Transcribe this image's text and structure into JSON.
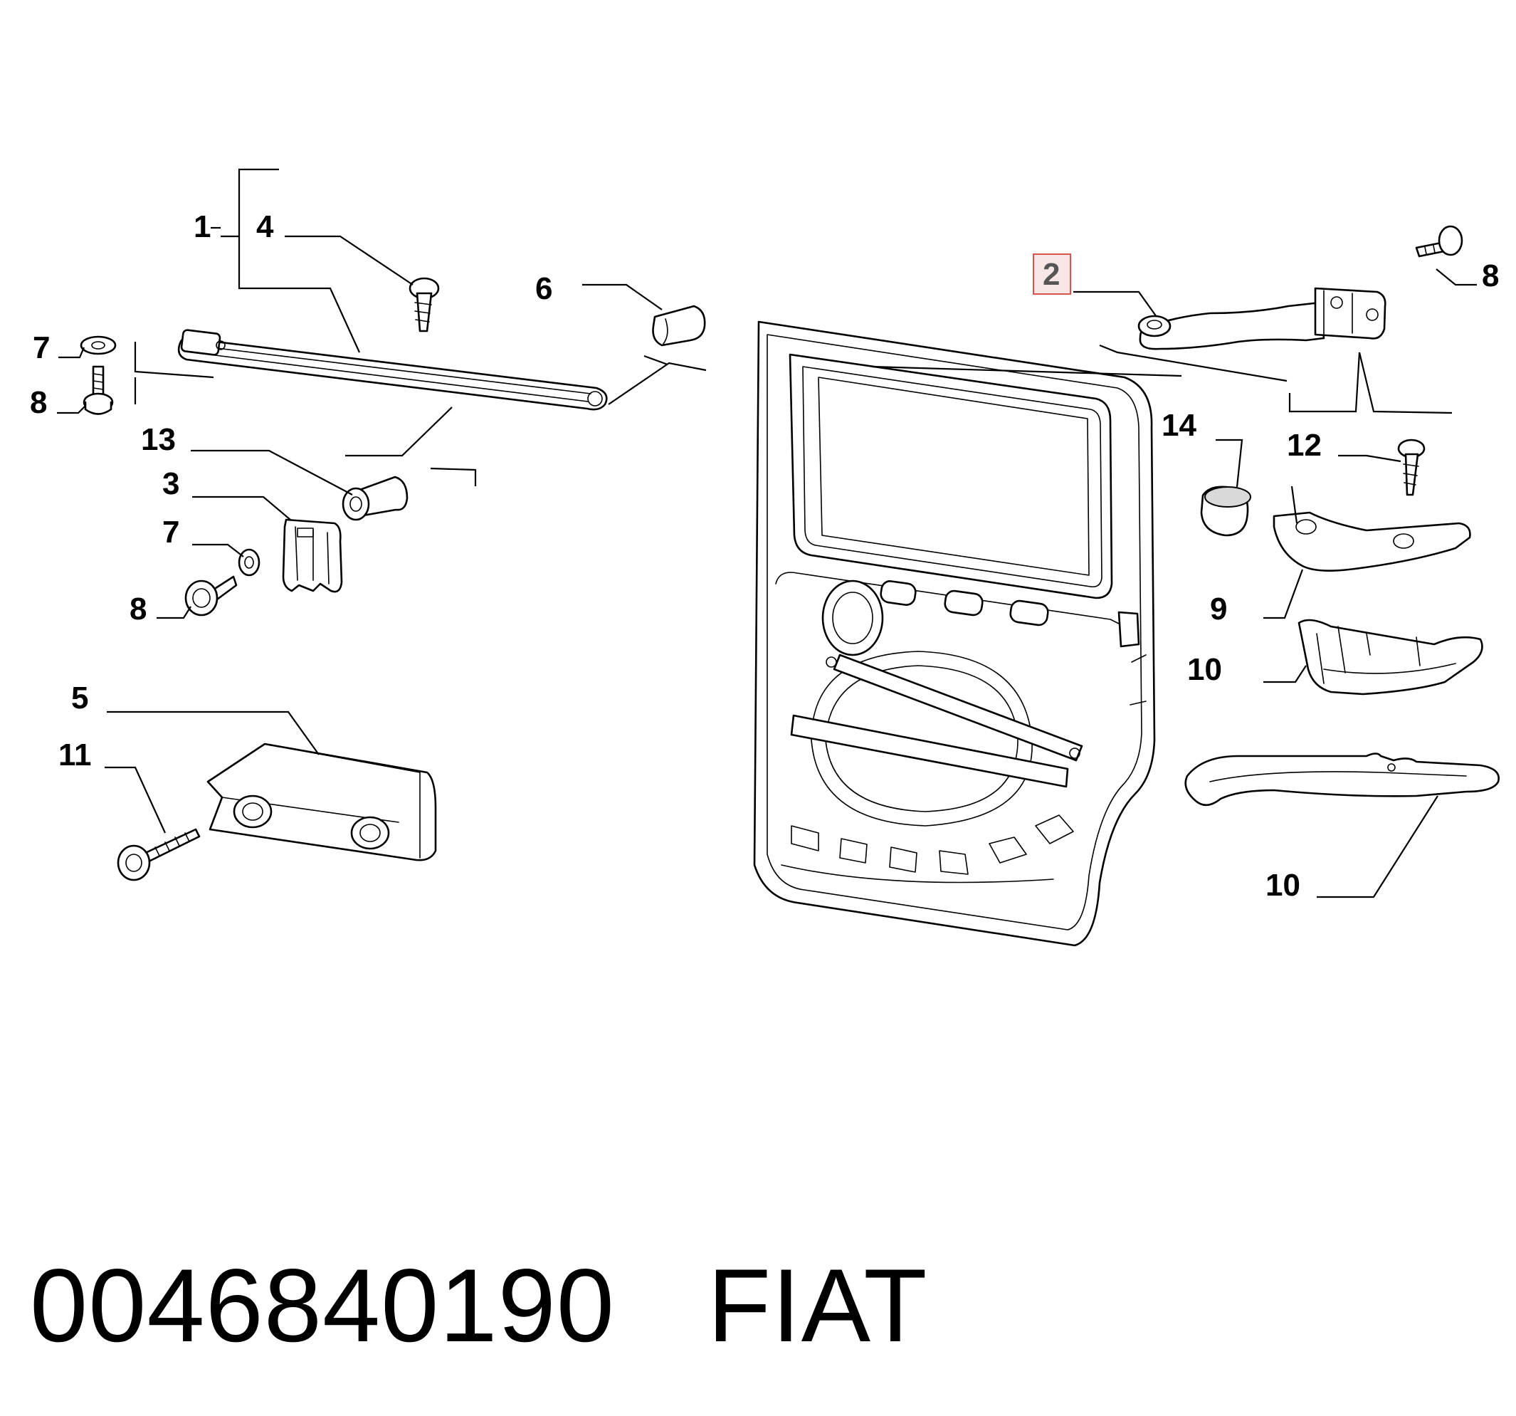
{
  "diagram": {
    "callouts": {
      "c1": "1",
      "c2": "2",
      "c3": "3",
      "c4": "4",
      "c5": "5",
      "c6": "6",
      "c7a": "7",
      "c7b": "7",
      "c8a": "8",
      "c8b": "8",
      "c8c": "8",
      "c9": "9",
      "c10a": "10",
      "c10b": "10",
      "c11": "11",
      "c12": "12",
      "c13": "13",
      "c14": "14"
    },
    "highlighted_callout": "2"
  },
  "footer": {
    "part_number": "0046840190",
    "brand": "FIAT"
  }
}
